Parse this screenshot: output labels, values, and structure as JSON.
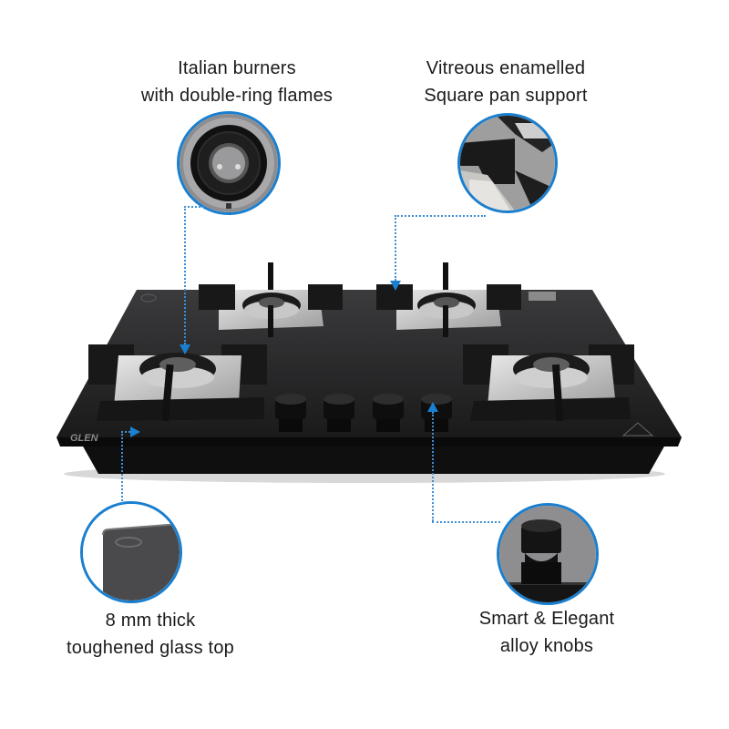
{
  "product": {
    "brand_logo": "GLEN",
    "type": "4-burner glass-top gas hob",
    "burner_count": 4,
    "knob_count": 4
  },
  "features": [
    {
      "id": "burners",
      "line1": "Italian burners",
      "line2": "with double-ring flames",
      "icon": "burner-closeup-icon"
    },
    {
      "id": "pan-support",
      "line1": "Vitreous enamelled",
      "line2": "Square pan support",
      "icon": "pan-support-closeup-icon"
    },
    {
      "id": "glass-top",
      "line1": "8 mm thick",
      "line2": "toughened glass top",
      "icon": "glass-edge-closeup-icon"
    },
    {
      "id": "knobs",
      "line1": "Smart & Elegant",
      "line2": "alloy knobs",
      "icon": "knob-closeup-icon"
    }
  ],
  "colors": {
    "accent": "#1a7fcf",
    "connector": "#3d8fd6",
    "glass": "#1c1c1e",
    "steel": "#b9b9bb",
    "text": "#1a1a1a",
    "background": "#ffffff"
  }
}
